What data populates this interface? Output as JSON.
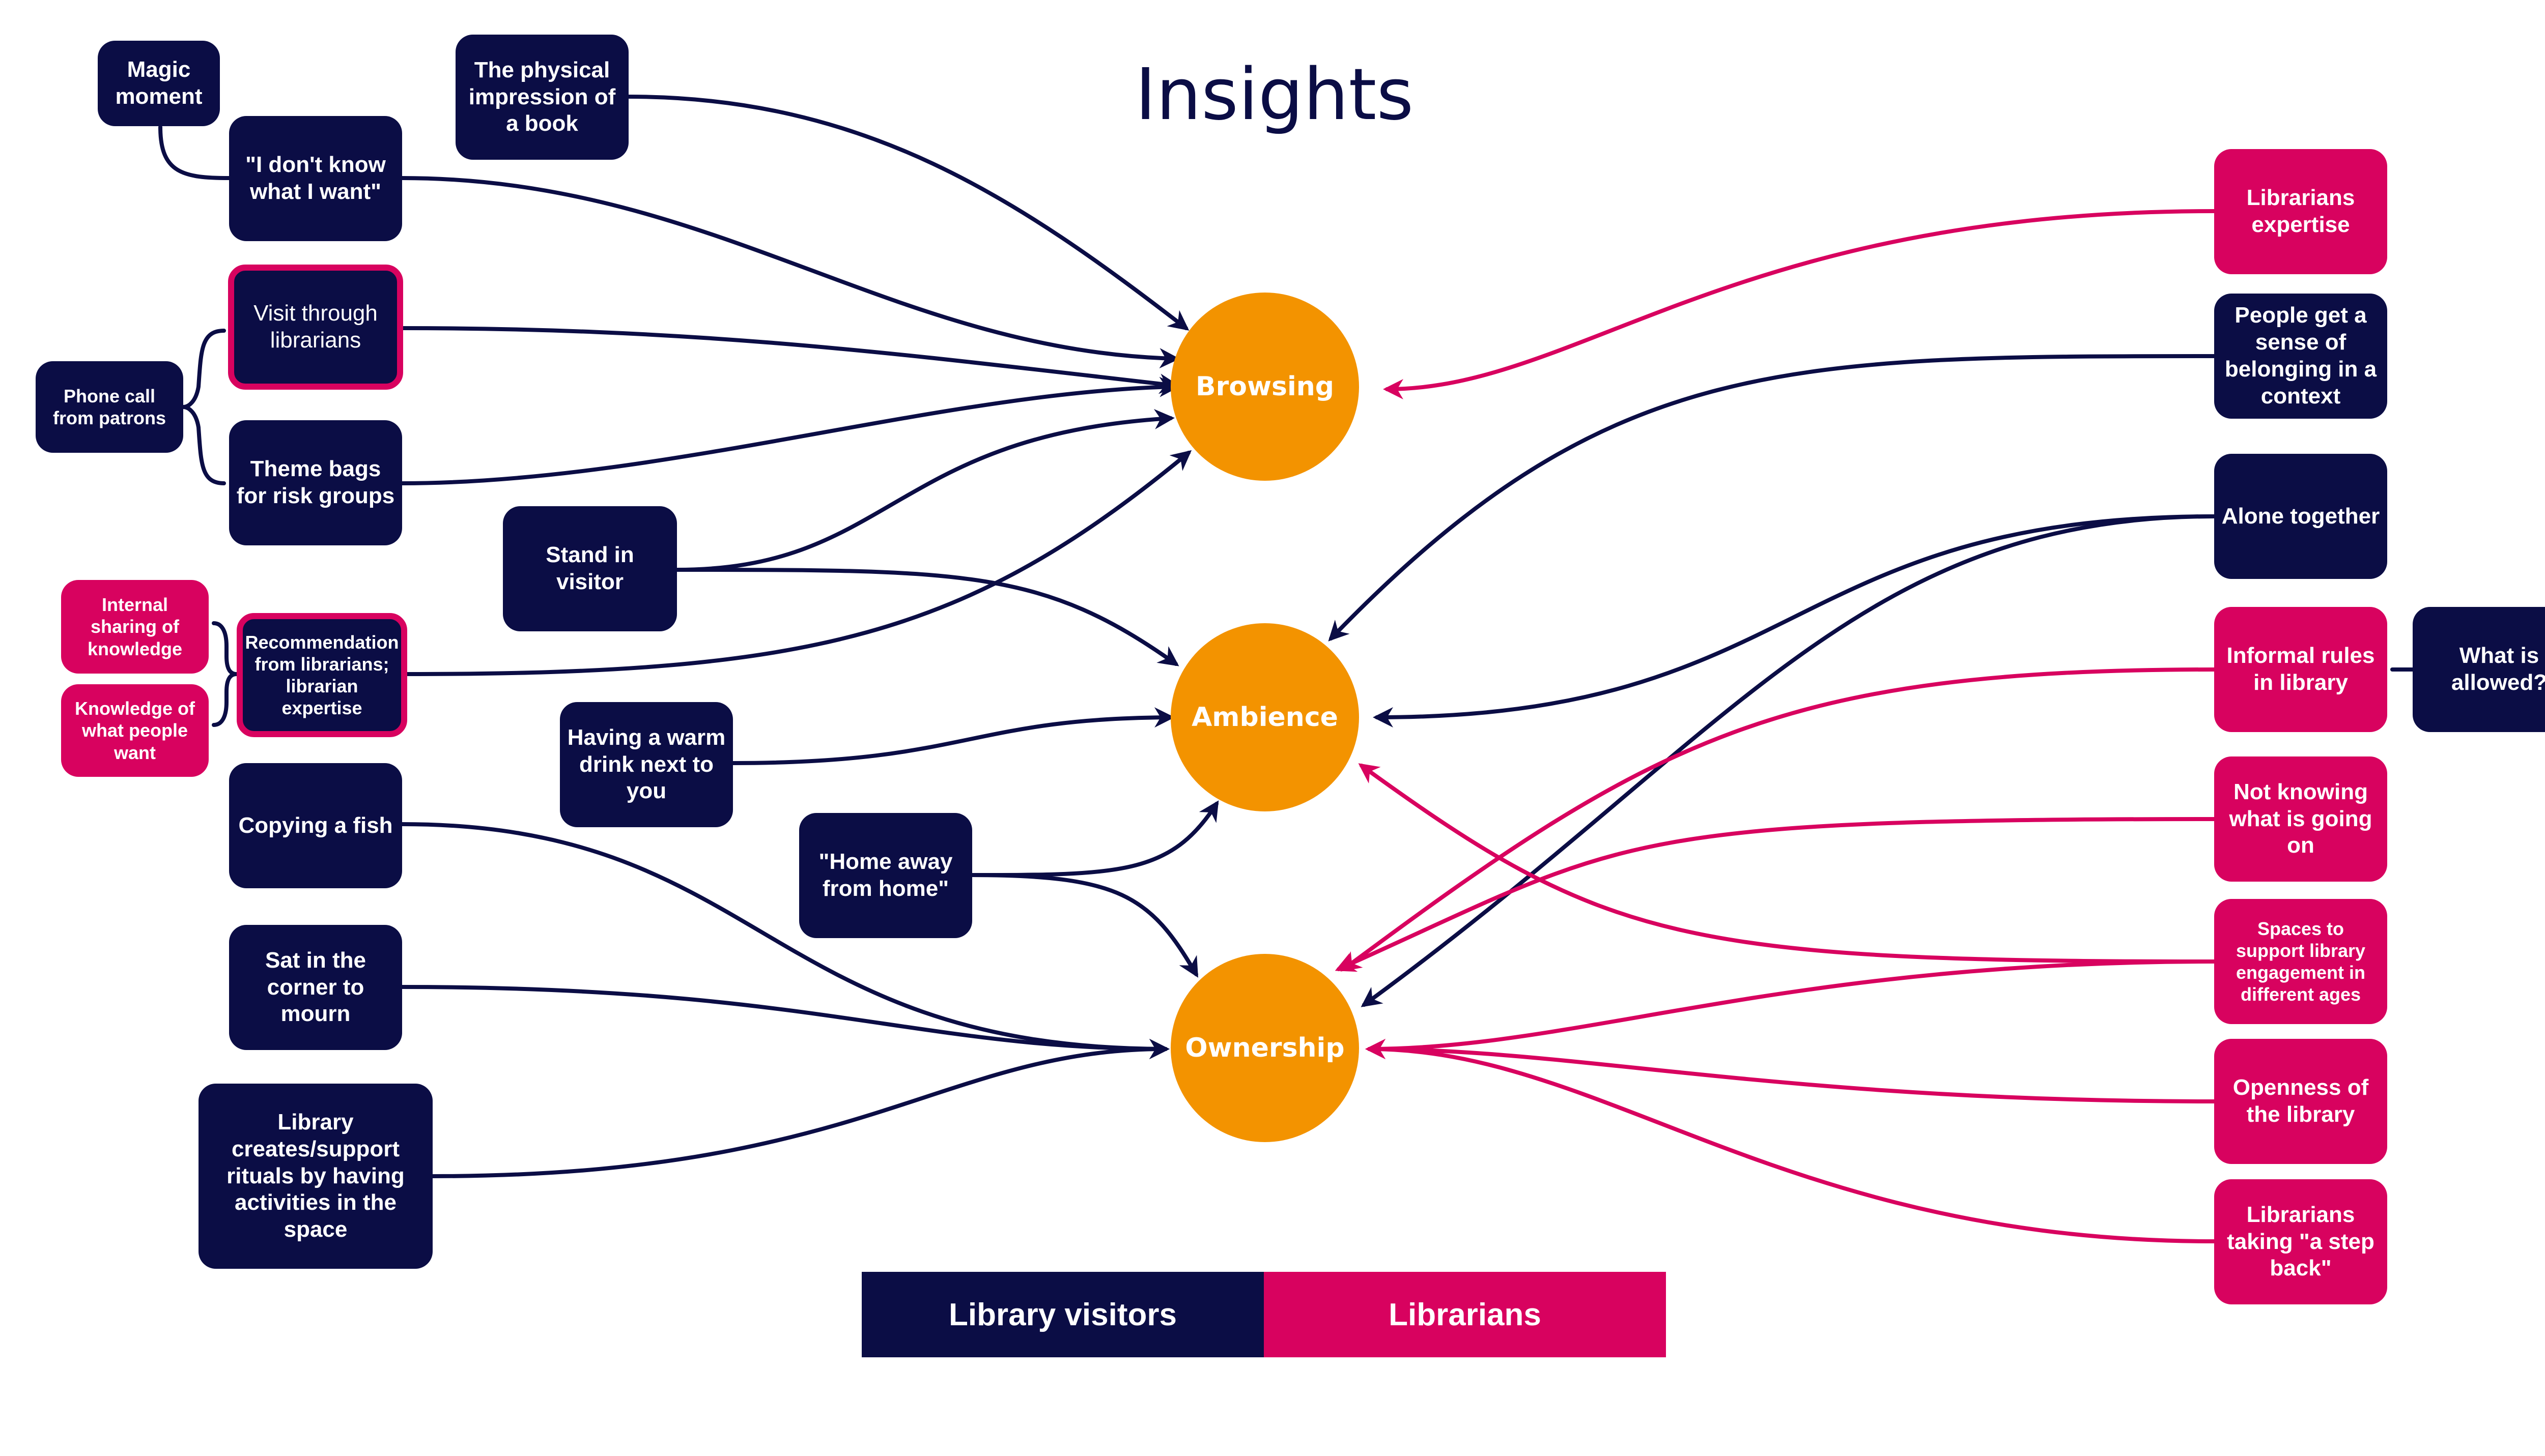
{
  "title": "Insights",
  "colors": {
    "visitor": "#0b0d45",
    "librarian": "#d8025f",
    "theme": "#f39300"
  },
  "themes": {
    "browsing": "Browsing",
    "ambience": "Ambience",
    "ownership": "Ownership"
  },
  "legend": {
    "visitors": "Library visitors",
    "librarians": "Librarians"
  },
  "left": {
    "magic_moment": "Magic moment",
    "dont_know": "\"I don't know what I want\"",
    "physical_impression": "The physical impression of a book",
    "visit_through": "Visit through librarians",
    "phone_call": "Phone call from patrons",
    "theme_bags": "Theme bags for risk groups",
    "stand_in_visitor": "Stand in visitor",
    "internal_sharing": "Internal sharing of knowledge",
    "knowledge_people": "Knowledge of what people want",
    "recommendation": "Recommendation from librarians; librarian expertise",
    "warm_drink": "Having a warm drink next to you",
    "copying_fish": "Copying a fish",
    "home_away": "\"Home away from home\"",
    "sat_corner": "Sat in the corner to mourn",
    "library_rituals": "Library creates/support rituals by having activities in the space"
  },
  "right": {
    "librarians_expertise": "Librarians expertise",
    "sense_belonging": "People get a sense of belonging in a context",
    "alone_together": "Alone together",
    "informal_rules": "Informal rules in library",
    "what_allowed": "What is allowed?",
    "not_knowing": "Not knowing what is going on",
    "spaces_support": "Spaces to support library engagement in different ages",
    "openness": "Openness of the library",
    "step_back": "Librarians taking \"a step back\""
  }
}
